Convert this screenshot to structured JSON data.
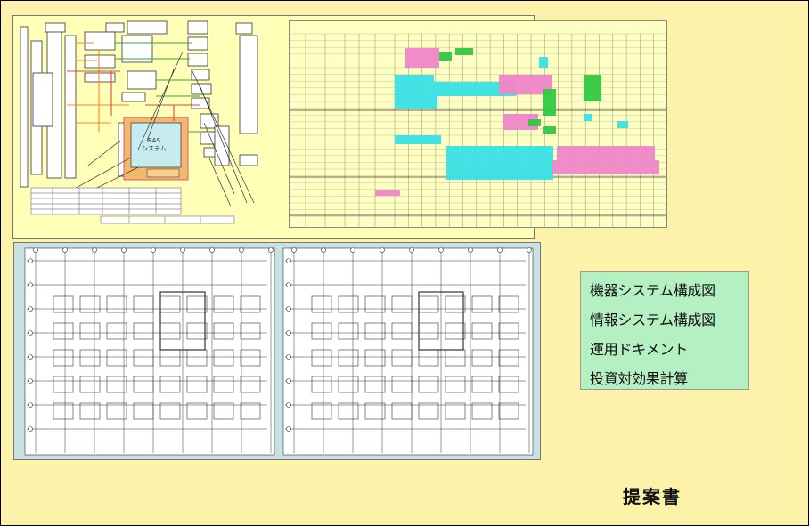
{
  "menu": {
    "items": [
      {
        "label": "機器システム構成図"
      },
      {
        "label": "情報システム構成図"
      },
      {
        "label": "運用ドキメント"
      },
      {
        "label": "投資対効果計算"
      }
    ]
  },
  "proposal_title": "提案書",
  "diagram": {
    "central_system_label": "BAS\nシステム"
  },
  "colors": {
    "slide_background": "#fdf2a9",
    "diagram_background": "#ffffb8",
    "floorplan_background": "#c8e2e4",
    "menu_background": "#b5f0c2",
    "schedule_cyan": "#39e1e6",
    "schedule_pink": "#ef86c8",
    "schedule_green": "#32c942"
  }
}
